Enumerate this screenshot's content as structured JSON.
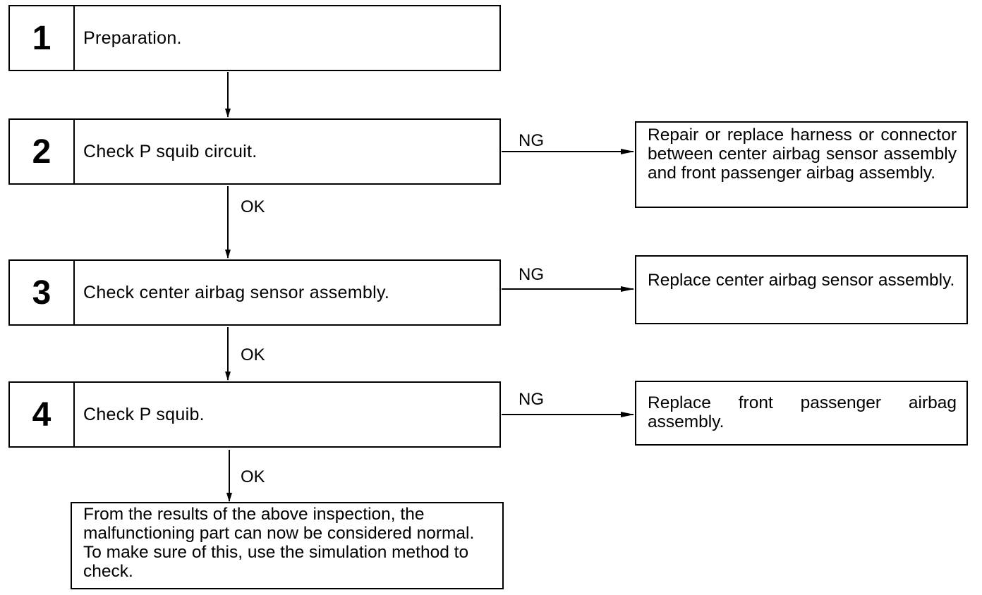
{
  "steps": [
    {
      "number": "1",
      "text": "Preparation."
    },
    {
      "number": "2",
      "text": "Check P squib circuit."
    },
    {
      "number": "3",
      "text": "Check center airbag sensor assembly."
    },
    {
      "number": "4",
      "text": "Check P squib."
    }
  ],
  "ng_results": [
    {
      "label": "NG",
      "text": "Repair or replace harness or connector between center airbag sensor assembly and front passenger airbag assembly."
    },
    {
      "label": "NG",
      "text": "Replace center airbag sensor assembly."
    },
    {
      "label": "NG",
      "text": "Replace front passenger airbag assembly."
    }
  ],
  "ok_labels": [
    "OK",
    "OK",
    "OK"
  ],
  "final_note": "From the results of the above inspection, the malfunctioning part can now be considered normal. To make sure of this, use the simulation method to check."
}
